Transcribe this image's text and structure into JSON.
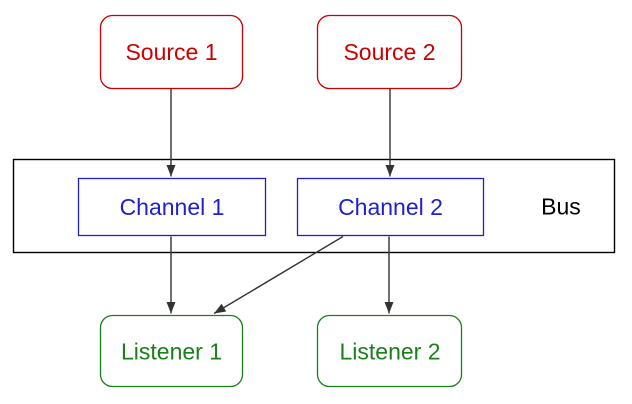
{
  "colors": {
    "background": "#ffffff",
    "source": "#cc0000",
    "channel": "#2020cc",
    "listener": "#1a801a",
    "bus_outline": "#000000",
    "bus_label": "#000000",
    "arrow": "#333333"
  },
  "nodes": {
    "source1": {
      "label": "Source 1"
    },
    "source2": {
      "label": "Source 2"
    },
    "channel1": {
      "label": "Channel 1"
    },
    "channel2": {
      "label": "Channel 2"
    },
    "bus": {
      "label": "Bus"
    },
    "listener1": {
      "label": "Listener 1"
    },
    "listener2": {
      "label": "Listener 2"
    }
  },
  "edges": [
    {
      "from": "Source 1",
      "to": "Channel 1"
    },
    {
      "from": "Source 2",
      "to": "Channel 2"
    },
    {
      "from": "Channel 1",
      "to": "Listener 1"
    },
    {
      "from": "Channel 2",
      "to": "Listener 1"
    },
    {
      "from": "Channel 2",
      "to": "Listener 2"
    }
  ]
}
